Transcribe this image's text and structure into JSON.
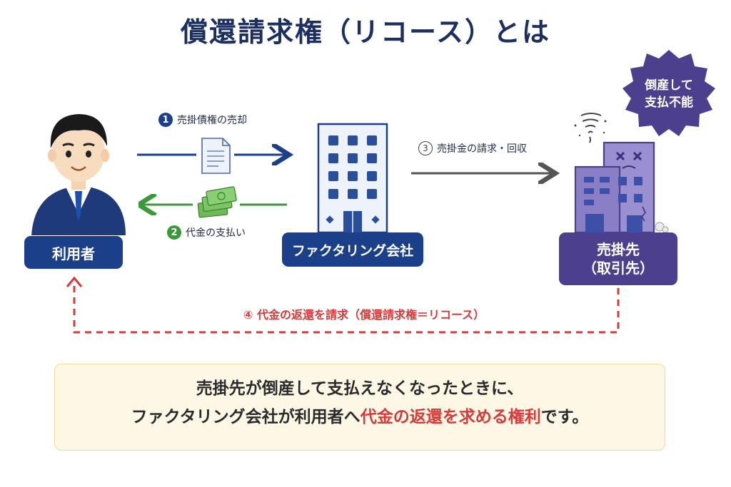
{
  "title": "償還請求権（リコース）とは",
  "actors": {
    "user": "利用者",
    "factoring": "ファクタリング会社",
    "debtor_line1": "売掛先",
    "debtor_line2": "（取引先）"
  },
  "steps": {
    "s1_num": "1",
    "s1_text": "売掛債権の売却",
    "s2_num": "2",
    "s2_text": "代金の支払い",
    "s3_num": "3",
    "s3_text": "売掛金の請求・回収",
    "s4_text": "④  代金の返還を請求（償還請求権＝リコース）"
  },
  "badge": {
    "line1": "倒産して",
    "line2": "支払不能"
  },
  "note": {
    "line1": "売掛先が倒産して支払えなくなったときに、",
    "line2_pre": "ファクタリング会社が利用者へ",
    "line2_highlight": "代金の返還を求める権利",
    "line2_post": "です。"
  },
  "colors": {
    "navy": "#1c3f8a",
    "green": "#3a9a3a",
    "purple": "#4b3f8e",
    "red": "#d63b3b",
    "gray": "#555555"
  }
}
